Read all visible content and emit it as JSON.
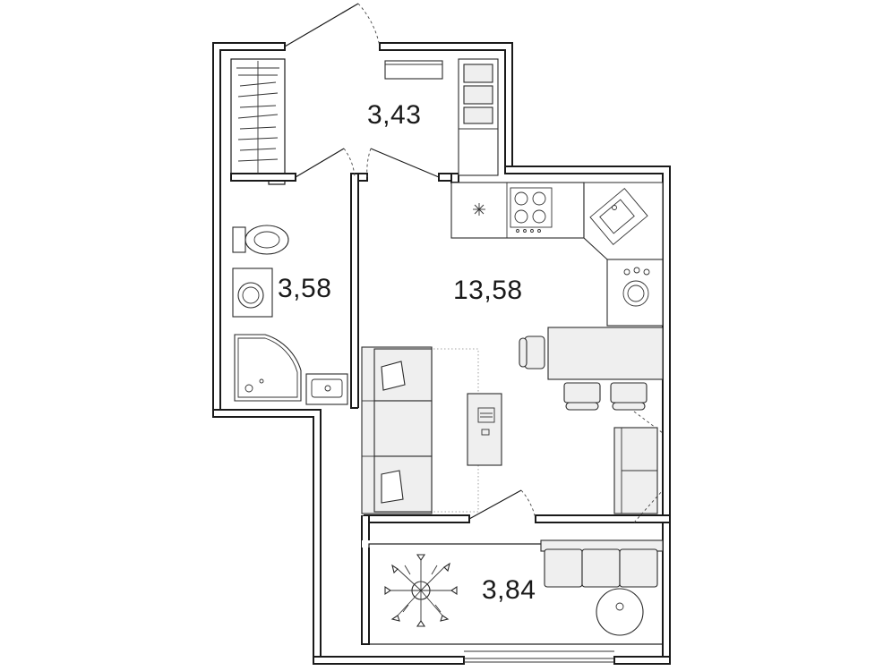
{
  "rooms": {
    "hallway": {
      "area": "3,43"
    },
    "bathroom": {
      "area": "3,58"
    },
    "living": {
      "area": "13,58"
    },
    "balcony": {
      "area": "3,84"
    }
  },
  "colors": {
    "wall": "#1a1a1a",
    "furniture_fill": "#efefef",
    "background": "#ffffff"
  }
}
